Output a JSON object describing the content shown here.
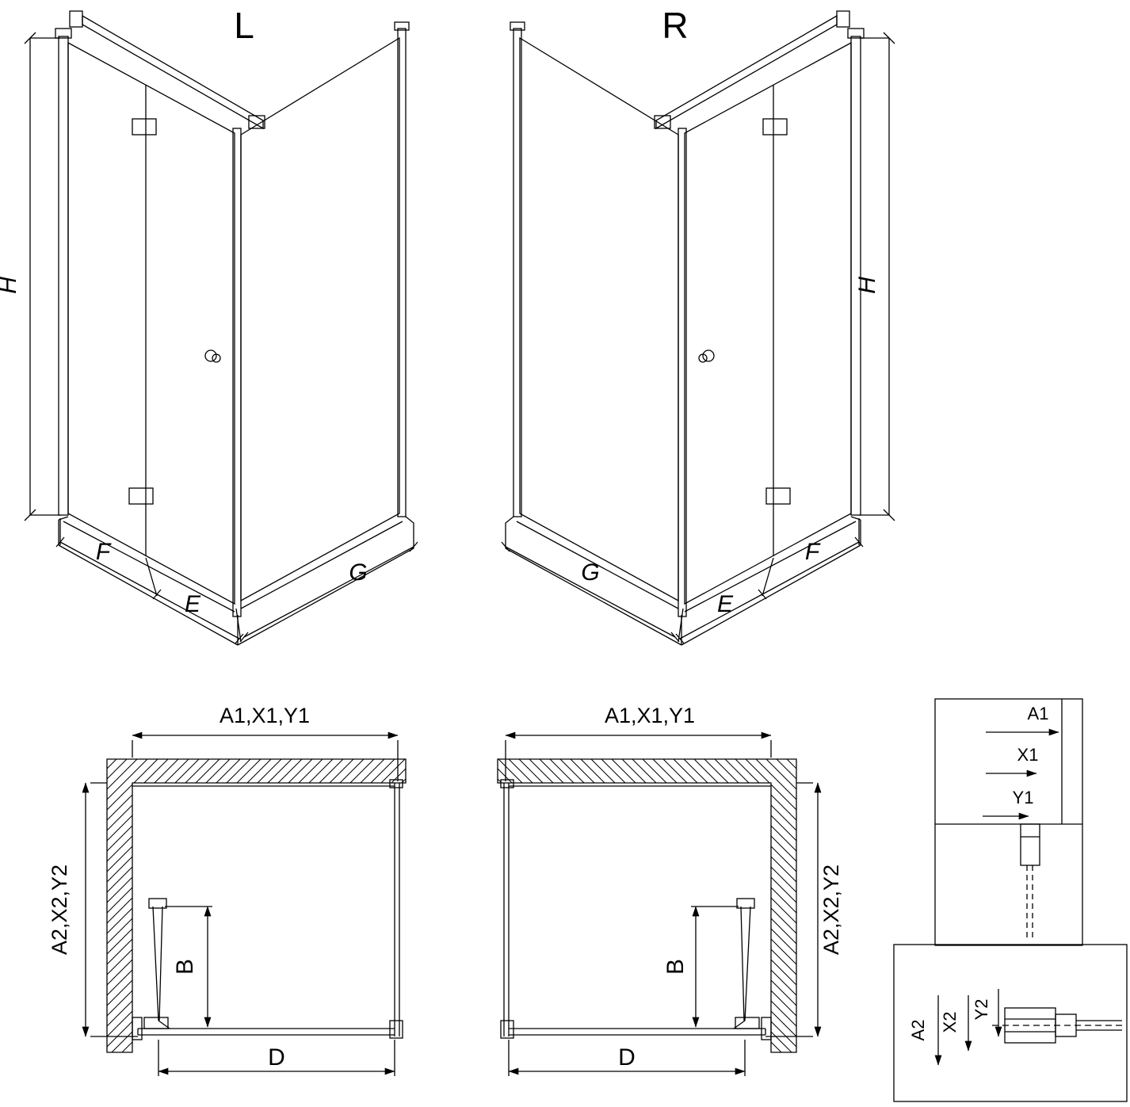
{
  "drawing": {
    "background_color": "#ffffff",
    "line_color": "#000000",
    "iso_left": {
      "variant_label": "L",
      "height_dim": "H",
      "door_width_dim": "F",
      "extension_dim": "E",
      "side_width_dim": "G"
    },
    "iso_right": {
      "variant_label": "R",
      "height_dim": "H",
      "door_width_dim": "F",
      "extension_dim": "E",
      "side_width_dim": "G"
    },
    "plan_left": {
      "width_dim": "A1,X1,Y1",
      "depth_dim": "A2,X2,Y2",
      "door_projection_dim": "B",
      "entry_dim": "D"
    },
    "plan_right": {
      "width_dim": "A1,X1,Y1",
      "depth_dim": "A2,X2,Y2",
      "door_projection_dim": "B",
      "entry_dim": "D"
    },
    "detail_wall_profile": {
      "dim_a1": "A1",
      "dim_x1": "X1",
      "dim_y1": "Y1"
    },
    "detail_floor_profile": {
      "dim_a2": "A2",
      "dim_x2": "X2",
      "dim_y2": "Y2"
    }
  }
}
